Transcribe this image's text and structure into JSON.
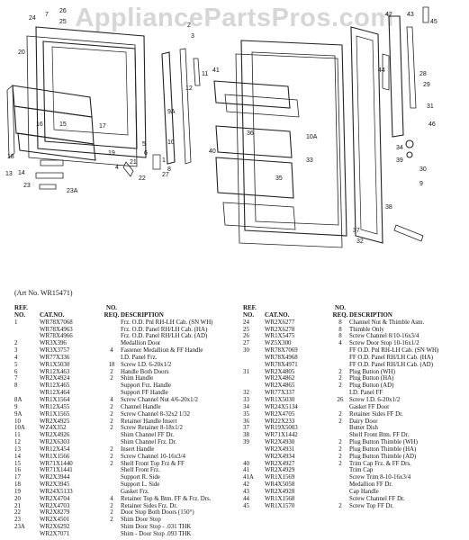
{
  "watermark": "AppliancePartsPros.com",
  "art_no": "(Art No. WR15471)",
  "headers": {
    "line1": [
      "REF.",
      "",
      "NO.",
      ""
    ],
    "line2": [
      "NO.",
      "CAT.NO.",
      "REQ.",
      "DESCRIPTION"
    ]
  },
  "callouts": [
    "24",
    "7",
    "26",
    "25",
    "20",
    "16",
    "15",
    "17",
    "18",
    "19",
    "21",
    "2",
    "3",
    "4",
    "5",
    "6",
    "9A",
    "10",
    "11",
    "12",
    "13",
    "14",
    "23",
    "23A",
    "22",
    "27",
    "1",
    "8",
    "41",
    "40",
    "10A",
    "33",
    "36",
    "35",
    "32",
    "37",
    "38",
    "34",
    "39",
    "30",
    "31",
    "42",
    "43",
    "44",
    "45",
    "46",
    "9",
    "29",
    "28"
  ],
  "left_rows": [
    [
      "1",
      "WR78X7068",
      "",
      "Frz. O.D. Pnl RH-LH Cab. (SN WH)"
    ],
    [
      "",
      "WR78X4963",
      "",
      "Frz. O.D. Panel RH/LH Cab. (HA)"
    ],
    [
      "",
      "WR78X4966",
      "",
      "Frz. O.D. Panel RH/LH Cab. (AD)"
    ],
    [
      "2",
      "WR3X396",
      "",
      "Medallion Door"
    ],
    [
      "3",
      "WR3X3757",
      "4",
      "Fastener Medallion & FF Handle"
    ],
    [
      "4",
      "WR77X336",
      "",
      "I.D. Panel Frz."
    ],
    [
      "5",
      "WR1X5030",
      "18",
      "Screw I.D. 6-20x1/2"
    ],
    [
      "6",
      "WR12X463",
      "2",
      "Handle Both Doors"
    ],
    [
      "7",
      "WR2X4924",
      "2",
      "Shim Handle"
    ],
    [
      "8",
      "WR12X465",
      "",
      "Support Frz. Handle"
    ],
    [
      "",
      "WR12X464",
      "",
      "Support FF Handle"
    ],
    [
      "8A",
      "WR1X1564",
      "4",
      "Screw Channel Nut 4/6-20x1/2"
    ],
    [
      "9",
      "WR12X455",
      "2",
      "Channel Handle"
    ],
    [
      "9A",
      "WR1X1565",
      "2",
      "Screw Channel 8-32x2 1/32"
    ],
    [
      "10",
      "WR2X4925",
      "2",
      "Retainer Handle Insert"
    ],
    [
      "10A",
      "WZ4X352",
      "2",
      "Screw Retainer 8-18x1/2"
    ],
    [
      "11",
      "WR2X4926",
      "",
      "Shim Channel FF Dr."
    ],
    [
      "12",
      "WR2X6303",
      "",
      "Shim Channel Frz. Dr."
    ],
    [
      "13",
      "WR12X454",
      "2",
      "Insert Handle"
    ],
    [
      "14",
      "WR1X1566",
      "2",
      "Screw Channel 10-16x3/4"
    ],
    [
      "15",
      "WR71X1440",
      "2",
      "Shelf Front Top Frz & FF"
    ],
    [
      "16",
      "WR71X1441",
      "",
      "Shelf Front Frz."
    ],
    [
      "17",
      "WR2X3944",
      "",
      "Support R. Side"
    ],
    [
      "18",
      "WR2X3945",
      "",
      "Support L. Side"
    ],
    [
      "19",
      "WR24X5133",
      "",
      "Gasket Frz."
    ],
    [
      "20",
      "WR2X4704",
      "4",
      "Retainer Top & Btm. FF & Frz. Drs."
    ],
    [
      "21",
      "WR2X4703",
      "2",
      "Retainer Sides Frz. Dr."
    ],
    [
      "22",
      "WR2X8279",
      "2",
      "Door Stop Both Doors (150°)"
    ],
    [
      "23",
      "WR2X4501",
      "2",
      "Shim Door Stop"
    ],
    [
      "23A",
      "WR2X6292",
      "",
      "Shim Door Stop - .031 THK"
    ],
    [
      "",
      "WR2X7071",
      "",
      "Shim - Door Stop .093 THK"
    ]
  ],
  "right_rows": [
    [
      "24",
      "WR2X6277",
      "8",
      "Channel Nut & Thimble Asm."
    ],
    [
      "25",
      "WR2X6278",
      "8",
      "Thimble Only"
    ],
    [
      "26",
      "WR1X5475",
      "8",
      "Screw Channel 8/10-16x3/4"
    ],
    [
      "27",
      "WZ5X300",
      "4",
      "Screw Door Stop 10-16x1/2"
    ],
    [
      "30",
      "WR78X7069",
      "",
      "FF O.D. Pnl RH-LH Cab. (SN WH)"
    ],
    [
      "",
      "WR78X4968",
      "",
      "FF O.D. Panel RH/LH Cab. (HA)"
    ],
    [
      "",
      "WR78X4971",
      "",
      "FF O.D. Panel RH/LH Cab. (AD)"
    ],
    [
      "31",
      "WR2X4805",
      "2",
      "Plug Button (WH)"
    ],
    [
      "",
      "WR2X4862",
      "2",
      "Plug Button (HA)"
    ],
    [
      "",
      "WR2X4865",
      "2",
      "Plug Button (AD)"
    ],
    [
      "32",
      "WR77X337",
      "",
      "I.D. Panel FF"
    ],
    [
      "33",
      "WR1X5030",
      "26",
      "Screw I.D. 6-20x1/2"
    ],
    [
      "34",
      "WR24X5134",
      "",
      "Gasket FF Door"
    ],
    [
      "35",
      "WR2X4705",
      "2",
      "Retainer Sides FF Dr."
    ],
    [
      "36",
      "WR22X233",
      "2",
      "Dairy Door"
    ],
    [
      "37",
      "WR19X5003",
      "",
      "Butter Dish"
    ],
    [
      "38",
      "WR71X1442",
      "",
      "Shelf Front Btm. FF Dr."
    ],
    [
      "39",
      "WR2X4930",
      "2",
      "Plug Button Thimble (WH)"
    ],
    [
      "",
      "WR2X4931",
      "2",
      "Plug Button Thimble (HA)"
    ],
    [
      "",
      "WR2X4934",
      "2",
      "Plug Button Thimble (AD)"
    ],
    [
      "40",
      "WR2X4927",
      "2",
      "Trim Cap Frz. & FF Drs."
    ],
    [
      "41",
      "WR2X4929",
      "",
      "Trim Cap"
    ],
    [
      "41A",
      "WR1X1569",
      "",
      "Screw Trim 8-10-16x3/4"
    ],
    [
      "42",
      "WR4X5058",
      "",
      "Medallion FF Dr."
    ],
    [
      "43",
      "WR2X4928",
      "",
      "Cap Handle"
    ],
    [
      "44",
      "WR1X1568",
      "",
      "Screw Channel FF Dr."
    ],
    [
      "45",
      "WR1X1570",
      "2",
      "Screw Top FF Dr."
    ]
  ]
}
